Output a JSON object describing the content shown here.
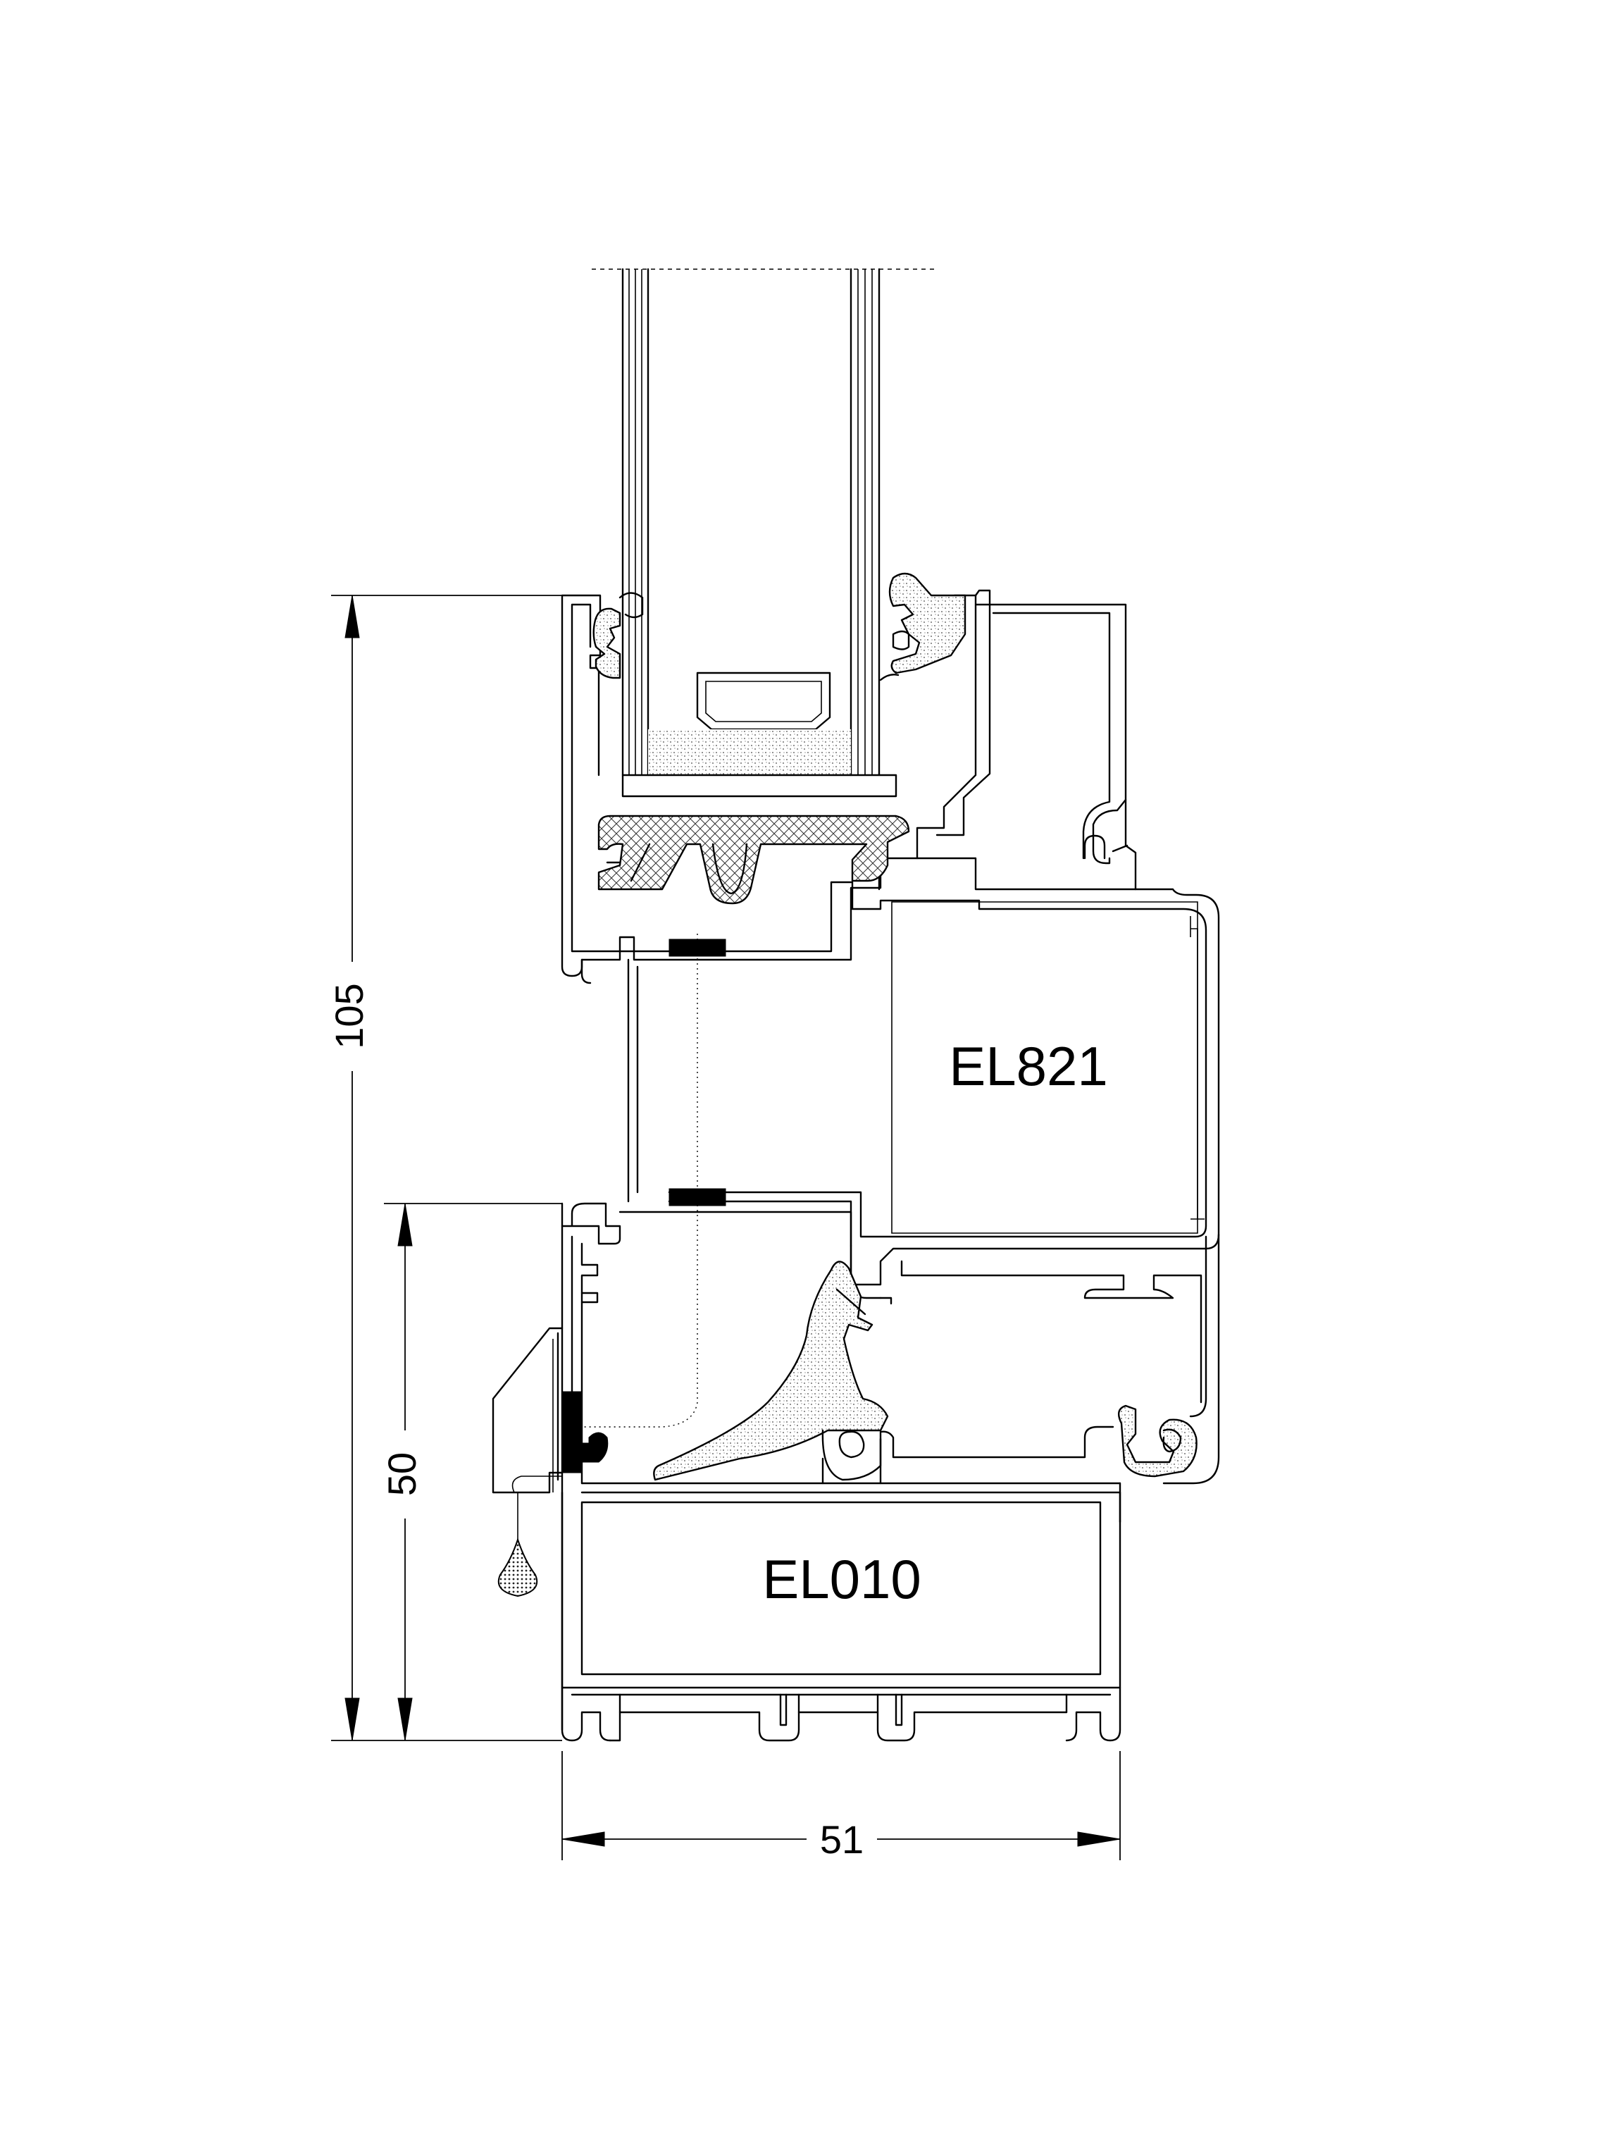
{
  "profiles": {
    "sash_code": "EL821",
    "frame_code": "EL010"
  },
  "dimensions": {
    "overall_height": "105",
    "frame_height": "50",
    "width": "51"
  }
}
